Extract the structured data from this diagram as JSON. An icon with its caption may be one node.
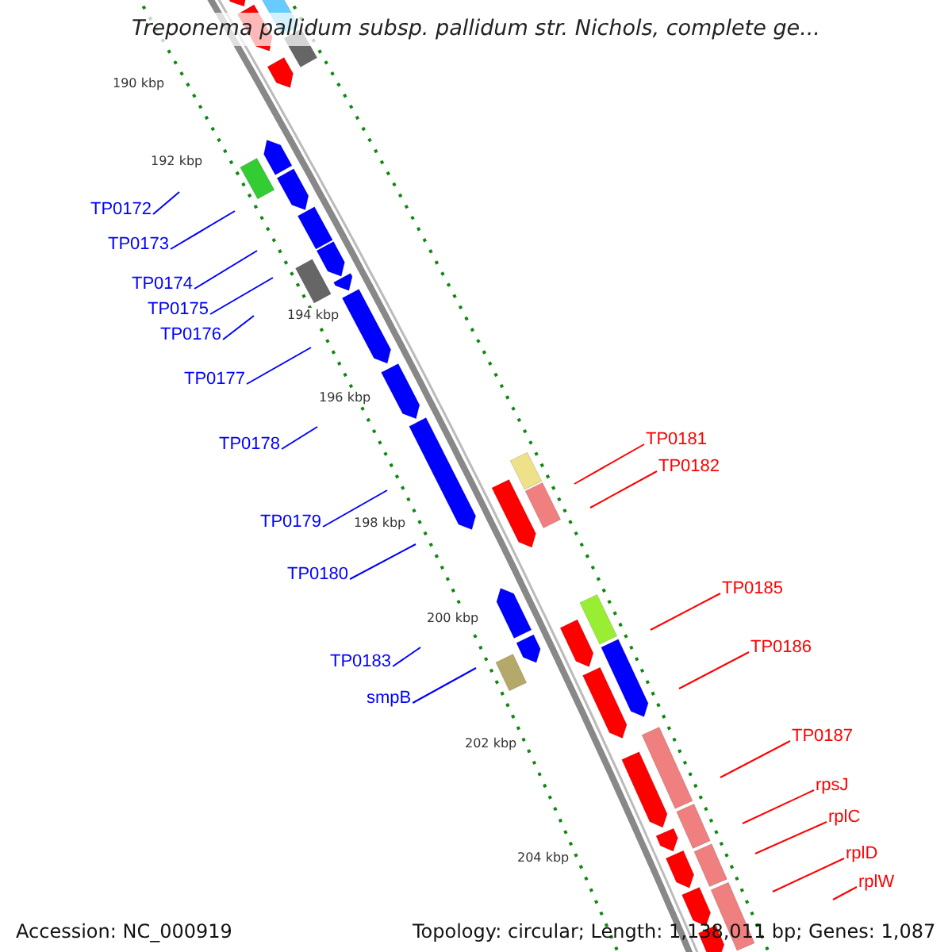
{
  "diagram": {
    "title": "Treponema pallidum subsp. pallidum str. Nichols, complete ge...",
    "nodes": [
      {
        "text": [
          "TP0172"
        ]
      },
      {
        "text": [
          "TP0173"
        ]
      },
      {
        "text": [
          "TP0174"
        ]
      },
      {
        "text": [
          "TP0175"
        ]
      },
      {
        "text": [
          "TP0176"
        ]
      },
      {
        "text": [
          "TP0177"
        ]
      },
      {
        "text": [
          "TP0178"
        ]
      },
      {
        "text": [
          "TP0179"
        ]
      },
      {
        "text": [
          "TP0180"
        ]
      },
      {
        "text": [
          "TP0183"
        ]
      },
      {
        "text": [
          "smpB"
        ]
      },
      {
        "text": [
          "TP0181"
        ]
      },
      {
        "text": [
          "TP0182"
        ]
      },
      {
        "text": [
          "TP0185"
        ]
      },
      {
        "text": [
          "TP0186"
        ]
      },
      {
        "text": [
          "TP0187"
        ]
      },
      {
        "text": [
          "rpsJ"
        ]
      },
      {
        "text": [
          "rplC"
        ]
      },
      {
        "text": [
          "rplD"
        ]
      },
      {
        "text": [
          "rplW"
        ]
      }
    ],
    "edges": [
      {
        "from": 0,
        "to": null,
        "arrow": "none"
      },
      {
        "from": 1,
        "to": null,
        "arrow": "none"
      },
      {
        "from": 2,
        "to": null,
        "arrow": "none"
      },
      {
        "from": 3,
        "to": null,
        "arrow": "none"
      },
      {
        "from": 4,
        "to": null,
        "arrow": "none"
      },
      {
        "from": 5,
        "to": null,
        "arrow": "none"
      },
      {
        "from": 6,
        "to": null,
        "arrow": "none"
      },
      {
        "from": 7,
        "to": null,
        "arrow": "none"
      },
      {
        "from": 8,
        "to": null,
        "arrow": "none"
      },
      {
        "from": 9,
        "to": null,
        "arrow": "none"
      },
      {
        "from": 10,
        "to": null,
        "arrow": "none"
      },
      {
        "from": 11,
        "to": null,
        "arrow": "none",
        "color": "#ff0000"
      },
      {
        "from": 12,
        "to": null,
        "arrow": "none",
        "color": "#ff0000"
      },
      {
        "from": 13,
        "to": null,
        "arrow": "none",
        "color": "#ff0000"
      },
      {
        "from": 14,
        "to": null,
        "arrow": "none",
        "color": "#ff0000"
      },
      {
        "from": 15,
        "to": null,
        "arrow": "none",
        "color": "#ff0000"
      },
      {
        "from": 16,
        "to": null,
        "arrow": "none",
        "color": "#ff0000"
      },
      {
        "from": 17,
        "to": null,
        "arrow": "none",
        "color": "#ff0000"
      },
      {
        "from": 18,
        "to": null,
        "arrow": "none",
        "color": "#ff0000"
      },
      {
        "from": 19,
        "to": null,
        "arrow": "none",
        "color": "#ff0000"
      }
    ],
    "labels": [
      "190 kbp",
      "192 kbp",
      "194 kbp",
      "196 kbp",
      "198 kbp",
      "200 kbp",
      "202 kbp",
      "204 kbp",
      "Accession: NC_000919",
      "Topology: circular; Length: 1,138,011 bp; Genes: 1,087"
    ]
  }
}
